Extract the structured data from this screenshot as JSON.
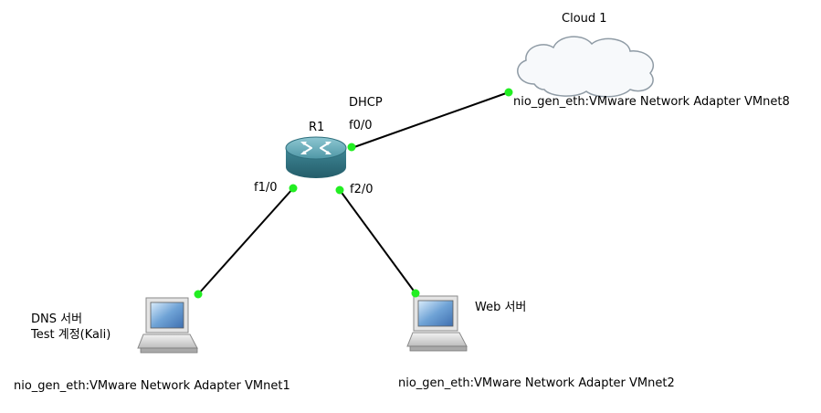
{
  "canvas": {
    "background": "#ffffff",
    "link_color": "#000000",
    "port_color": "#22ee22"
  },
  "nodes": {
    "cloud": {
      "name": "Cloud 1",
      "icon": "cloud-icon",
      "nio_label": "nio_gen_eth:VMware Network Adapter VMnet8"
    },
    "router": {
      "name": "R1",
      "icon": "router-icon",
      "dhcp_label": "DHCP"
    },
    "dns_host": {
      "icon": "laptop-icon",
      "label_line1": "DNS 서버",
      "label_line2": "Test 계정(Kali)",
      "nio_label": "nio_gen_eth:VMware Network Adapter VMnet1"
    },
    "web_host": {
      "icon": "laptop-icon",
      "label": "Web 서버",
      "nio_label": "nio_gen_eth:VMware Network Adapter VMnet2"
    }
  },
  "ports": {
    "router_f0_0": "f0/0",
    "router_f1_0": "f1/0",
    "router_f2_0": "f2/0"
  }
}
